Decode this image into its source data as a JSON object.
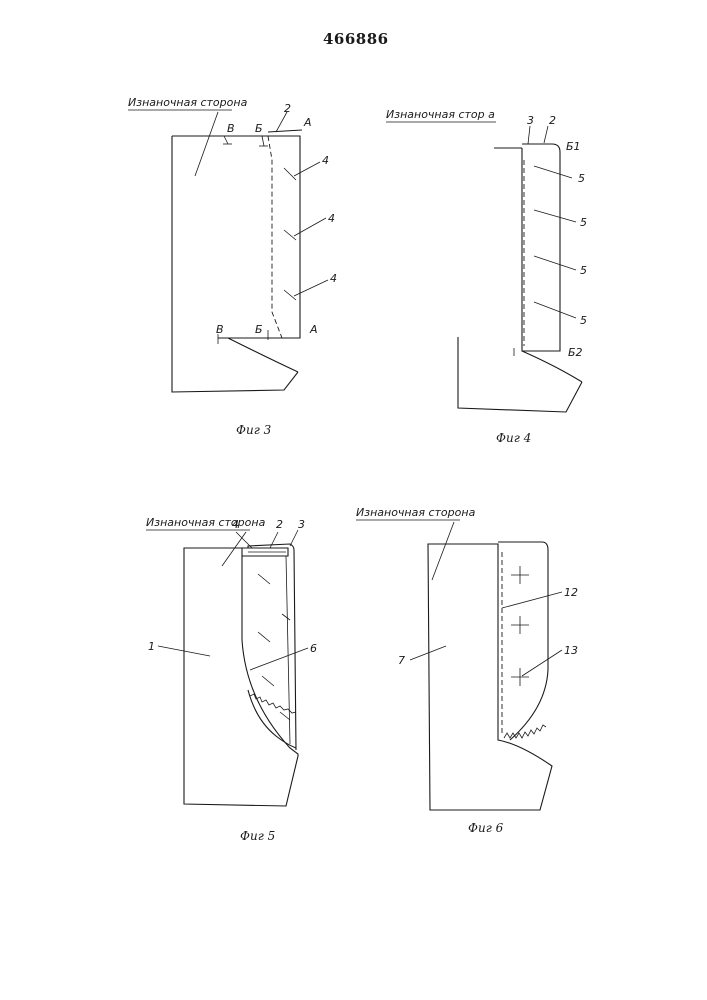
{
  "document": {
    "page_number": "466886"
  },
  "figures": [
    {
      "caption": "Фиг 3",
      "side_label": "Изнаночная сторона",
      "letters": {
        "a_top": "А",
        "b_top": "Б",
        "v_top": "В",
        "a_bot": "А",
        "b_bot": "Б",
        "v_bot": "В"
      },
      "numbers": [
        "2",
        "4",
        "4",
        "4"
      ]
    },
    {
      "caption": "Фиг 4",
      "side_label": "Изнаночная стор а",
      "letters": {
        "b1": "Б1",
        "b2": "Б2"
      },
      "numbers": [
        "3",
        "2",
        "5",
        "5",
        "5",
        "5"
      ]
    },
    {
      "caption": "Фиг 5",
      "side_label": "Изнаночная сторона",
      "numbers": [
        "4",
        "2",
        "3",
        "1",
        "6"
      ]
    },
    {
      "caption": "Фиг 6",
      "side_label": "Изнаночная сторона",
      "numbers": [
        "12",
        "7",
        "13"
      ]
    }
  ]
}
